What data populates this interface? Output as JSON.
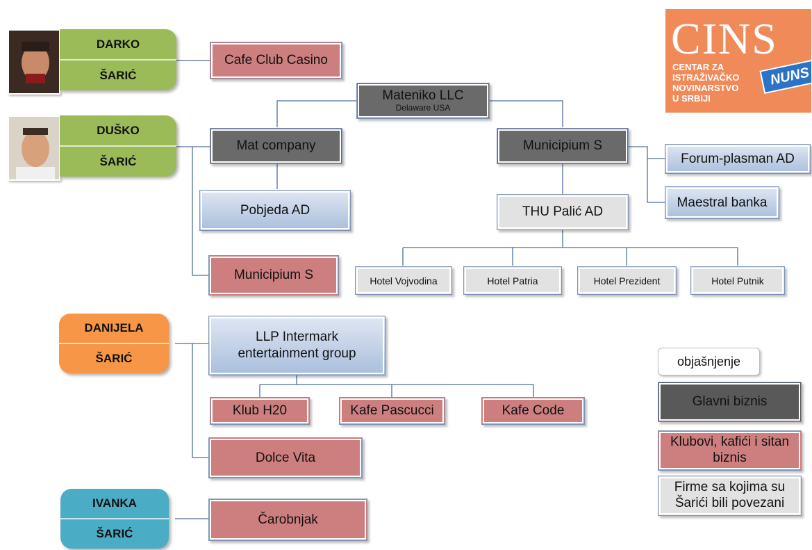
{
  "persons": [
    {
      "first": "DARKO",
      "last": "ŠARIĆ",
      "color": "#9bbb59"
    },
    {
      "first": "DUŠKO",
      "last": "ŠARIĆ",
      "color": "#9bbb59"
    },
    {
      "first": "DANIJELA",
      "last": "ŠARIĆ",
      "color": "#f79646"
    },
    {
      "first": "IVANKA",
      "last": "ŠARIĆ",
      "color": "#4bacc6"
    }
  ],
  "nodes": {
    "cafe_club_casino": "Cafe Club Casino",
    "mateniko": "Mateniko LLC",
    "mateniko_sub": "Delaware USA",
    "mat_company": "Mat company",
    "municipium_main": "Municipium S",
    "forum_plasman": "Forum-plasman AD",
    "maestral_banka": "Maestral banka",
    "pobjeda": "Pobjeda AD",
    "thu_palic": "THU Palić AD",
    "municipium_club": "Municipium S",
    "hotel_vojvodina": "Hotel Vojvodina",
    "hotel_patria": "Hotel Patria",
    "hotel_prezident": "Hotel Prezident",
    "hotel_putnik": "Hotel Putnik",
    "llp_intermark": "LLP Intermark entertainment group",
    "klub_h20": "Klub H20",
    "kafe_pascucci": "Kafe Pascucci",
    "kafe_code": "Kafe Code",
    "dolce_vita": "Dolce Vita",
    "carobnjak": "Čarobnjak"
  },
  "legend": {
    "title": "objašnjenje",
    "main": "Glavni biznis",
    "clubs": "Klubovi, kafići i sitan biznis",
    "linked": "Firme sa kojima su Šarići bili povezani"
  },
  "logo": {
    "name": "CINS",
    "lines": [
      "CENTAR ZA",
      "ISTRAŽIVAČKO",
      "NOVINARSTVO",
      "U SRBIJI"
    ],
    "badge": "NUNS"
  }
}
